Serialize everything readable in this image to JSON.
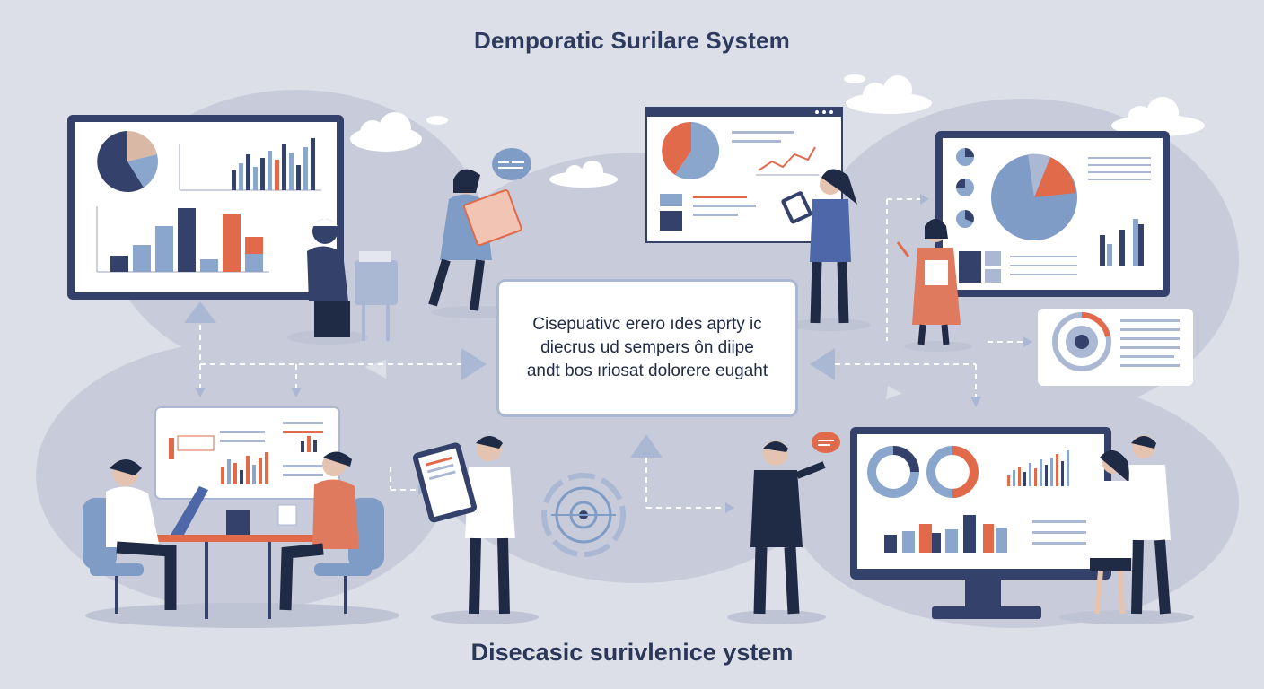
{
  "header": {
    "title": "Demporatic Surilare System"
  },
  "center_panel": {
    "lines": [
      "Cisepuativc erero ıdes aprty ic",
      "diecrus ud sempers ôn diipe",
      "andt bos ıriosat dolorere eugaht"
    ]
  },
  "footer": {
    "title": "Disecasic surivlenice ystem"
  },
  "colors": {
    "background": "#dcdfe8",
    "navy": "#2d3b5e",
    "steel_blue": "#7f9cc6",
    "coral": "#e06a4a",
    "frame": "#34416b"
  },
  "icons": [
    "speech-bubble-icon",
    "cloud-icon",
    "arrow-icon",
    "target-icon"
  ]
}
